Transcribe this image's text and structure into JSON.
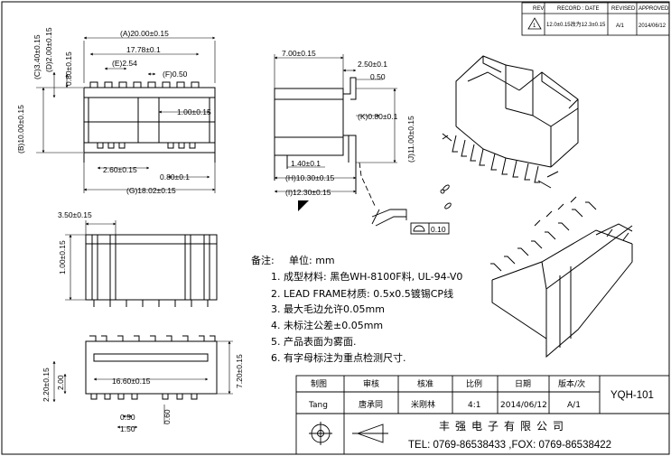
{
  "revision_table": {
    "headers": [
      "REV",
      "RECORD : DATE",
      "REVISED",
      "APPROVED"
    ],
    "row": {
      "rev": "1",
      "record": "12.0±0.15改为12.3±0.15",
      "revised": "A/1",
      "approved": "2014/06/12"
    }
  },
  "top_view": {
    "dims": [
      "(A)20.00±0.15",
      "17.78±0.1",
      "(E)2.54",
      "(F)0.50",
      "(C)3.40±0.15",
      "(D)2.00±0.15",
      "0.80±0.15",
      "(B)10.00±0.15",
      "1.00±0.15",
      "2.60±0.15",
      "0.80±0.1",
      "(G)18.02±0.15"
    ]
  },
  "side_view": {
    "dims": [
      "7.00±0.15",
      "2.50±0.1",
      "0.50",
      "(K)0.80±0.1",
      "(J)11.00±0.15",
      "1.40±0.1",
      "(H)10.30±0.15",
      "(I)12.30±0.15"
    ]
  },
  "detail": {
    "flatness": "0.10"
  },
  "front_view": {
    "dims": [
      "3.50±0.15",
      "1.00±0.15"
    ]
  },
  "bottom_view": {
    "dims": [
      "16.60±0.15",
      "2.20±0.15",
      "2.00",
      "7.20±0.15",
      "0.50",
      "1.50",
      "0.60"
    ]
  },
  "notes": {
    "title": "备注:",
    "unit": "单位: mm",
    "items": [
      "1.  成型材料:  黑色WH-8100F料, UL-94-V0",
      "2.  LEAD  FRAME材质: 0.5x0.5镀锡CP线",
      "3.  最大毛边允许0.05mm",
      "4.  未标注公差±0.05mm",
      "5.  产品表面为雾面.",
      "6.  有字母标注为重点检测尺寸."
    ]
  },
  "title_block": {
    "headers": [
      "制图",
      "审核",
      "核准",
      "比例",
      "日期",
      "版本/次"
    ],
    "values": [
      "Tang",
      "唐承同",
      "米刚林",
      "4:1",
      "2014/06/12",
      "A/1"
    ],
    "part_no": "YQH-101",
    "company": "丰强电子有限公司",
    "tel": "TEL:  0769-86538433 ,FOX: 0769-86538422"
  }
}
